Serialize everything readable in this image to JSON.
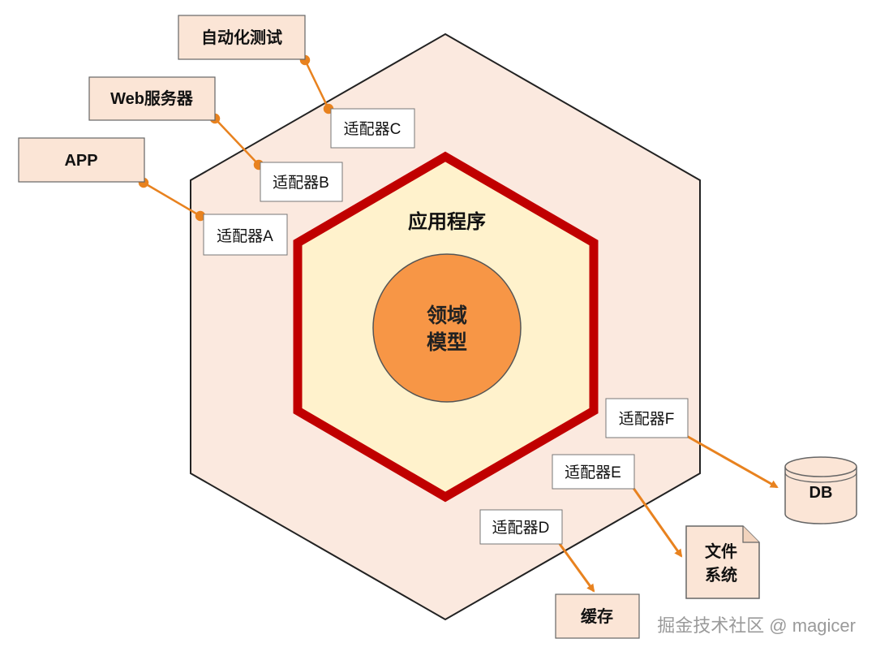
{
  "nodes": {
    "domain_model_line1": "领域",
    "domain_model_line2": "模型",
    "application": "应用程序",
    "adapters": {
      "a": "适配器A",
      "b": "适配器B",
      "c": "适配器C",
      "d": "适配器D",
      "e": "适配器E",
      "f": "适配器F"
    },
    "external": {
      "app": "APP",
      "web_server": "Web服务器",
      "auto_test": "自动化测试",
      "db": "DB",
      "file_system_line1": "文件",
      "file_system_line2": "系统",
      "cache": "缓存"
    }
  },
  "watermark": "掘金技术社区 @ magicer",
  "colors": {
    "outer_hex_fill": "#fbe9df",
    "inner_hex_fill": "#fff2cc",
    "inner_hex_stroke": "#c00000",
    "core_fill": "#f79646",
    "connector": "#e8821f",
    "external_box_fill": "#fbe5d6"
  }
}
